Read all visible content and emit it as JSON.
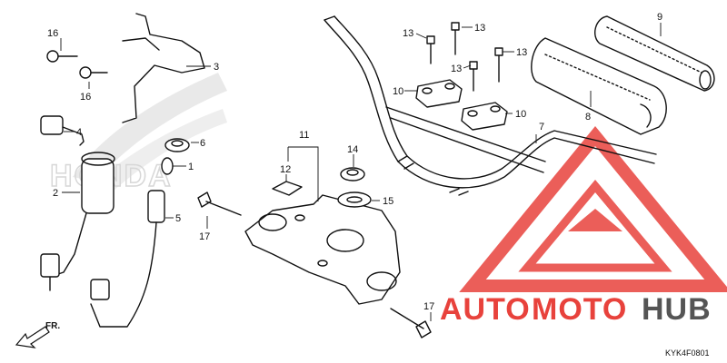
{
  "diagram_code": "KYK4F0801",
  "direction_label": "FR.",
  "watermark": {
    "brand_left": "AUTO",
    "brand_mid": "MOTO",
    "brand_right": "HUB",
    "brand_color": "#e8423c",
    "brand_dark_color": "#555555"
  },
  "callouts": {
    "c1": "1",
    "c2": "2",
    "c3": "3",
    "c4": "4",
    "c5": "5",
    "c6": "6",
    "c7": "7",
    "c8": "8",
    "c9": "9",
    "c10a": "10",
    "c10b": "10",
    "c11": "11",
    "c12": "12",
    "c13a": "13",
    "c13b": "13",
    "c13c": "13",
    "c13d": "13",
    "c14": "14",
    "c15": "15",
    "c16a": "16",
    "c16b": "16",
    "c17a": "17",
    "c17b": "17"
  },
  "parts": [
    {
      "ref": "1",
      "part": "bulb"
    },
    {
      "ref": "2",
      "part": "ignition-switch"
    },
    {
      "ref": "3",
      "part": "switch-bracket"
    },
    {
      "ref": "4",
      "part": "key"
    },
    {
      "ref": "5",
      "part": "socket"
    },
    {
      "ref": "6",
      "part": "grommet"
    },
    {
      "ref": "7",
      "part": "handlebar"
    },
    {
      "ref": "8",
      "part": "handlebar-pad"
    },
    {
      "ref": "9",
      "part": "handlebar-pad"
    },
    {
      "ref": "10",
      "part": "handlebar-holder"
    },
    {
      "ref": "11",
      "part": "top-bridge"
    },
    {
      "ref": "12",
      "part": "plate"
    },
    {
      "ref": "13",
      "part": "bolt"
    },
    {
      "ref": "14",
      "part": "nut"
    },
    {
      "ref": "15",
      "part": "washer"
    },
    {
      "ref": "16",
      "part": "bolt"
    },
    {
      "ref": "17",
      "part": "bolt"
    }
  ]
}
